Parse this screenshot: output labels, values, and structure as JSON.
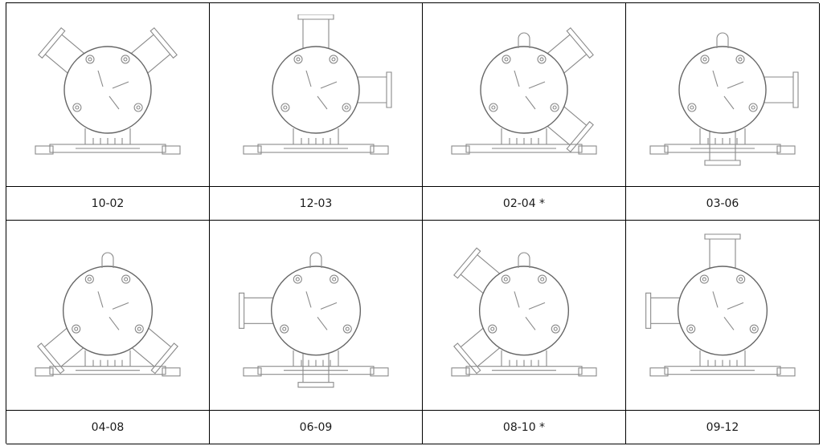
{
  "rows": [
    {
      "labels": [
        "10-02",
        "12-03",
        "02-04 *",
        "03-06"
      ]
    },
    {
      "labels": [
        "04-08",
        "06-09",
        "08-10 *",
        "09-12"
      ]
    }
  ],
  "pump_variants": [
    {
      "code": "10-02",
      "ports": [
        "upper-left",
        "upper-right"
      ],
      "lifting_eye": false
    },
    {
      "code": "12-03",
      "ports": [
        "top",
        "right"
      ],
      "lifting_eye": false
    },
    {
      "code": "02-04",
      "ports": [
        "upper-right",
        "lower-right"
      ],
      "lifting_eye": true
    },
    {
      "code": "03-06",
      "ports": [
        "right",
        "bottom"
      ],
      "lifting_eye": true
    },
    {
      "code": "04-08",
      "ports": [
        "lower-right",
        "lower-left"
      ],
      "lifting_eye": true
    },
    {
      "code": "06-09",
      "ports": [
        "bottom",
        "left"
      ],
      "lifting_eye": true
    },
    {
      "code": "08-10",
      "ports": [
        "lower-left",
        "upper-left"
      ],
      "lifting_eye": true
    },
    {
      "code": "09-12",
      "ports": [
        "left",
        "top"
      ],
      "lifting_eye": false
    }
  ]
}
